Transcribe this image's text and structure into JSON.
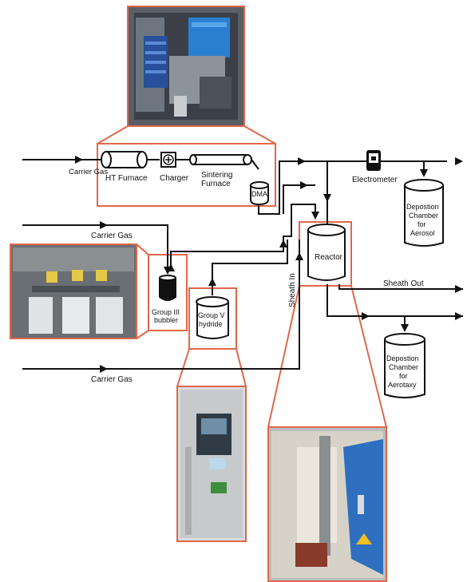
{
  "colors": {
    "accent": "#e0674a",
    "line": "#111111",
    "background": "#ffffff"
  },
  "labels": {
    "carrier_gas_top": "Carrier Gas",
    "carrier_gas_mid": "Carrier Gas",
    "carrier_gas_bottom": "Carrier Gas",
    "ht_furnace": "HT Furnace",
    "charger": "Charger",
    "sintering_furnace": "Sintering Furnace",
    "dma": "DMA",
    "electrometer": "Electrometer",
    "deposition_aerosol": "Depostion Chamber for Aerosol",
    "reactor": "Reactor",
    "sheath_in": "Sheath In",
    "sheath_out": "Sheath Out",
    "group3_bubbler": "Group III bubbler",
    "group5_hydride": "Group V hydride",
    "deposition_aerotaxy": "Depostion Chamber for Aerotaxy"
  },
  "photos": {
    "top": "furnace-setup-photo",
    "left": "bubbler-cabinet-photo",
    "bottom_left": "gas-cabinet-photo",
    "bottom_right": "reactor-furnace-photo"
  }
}
